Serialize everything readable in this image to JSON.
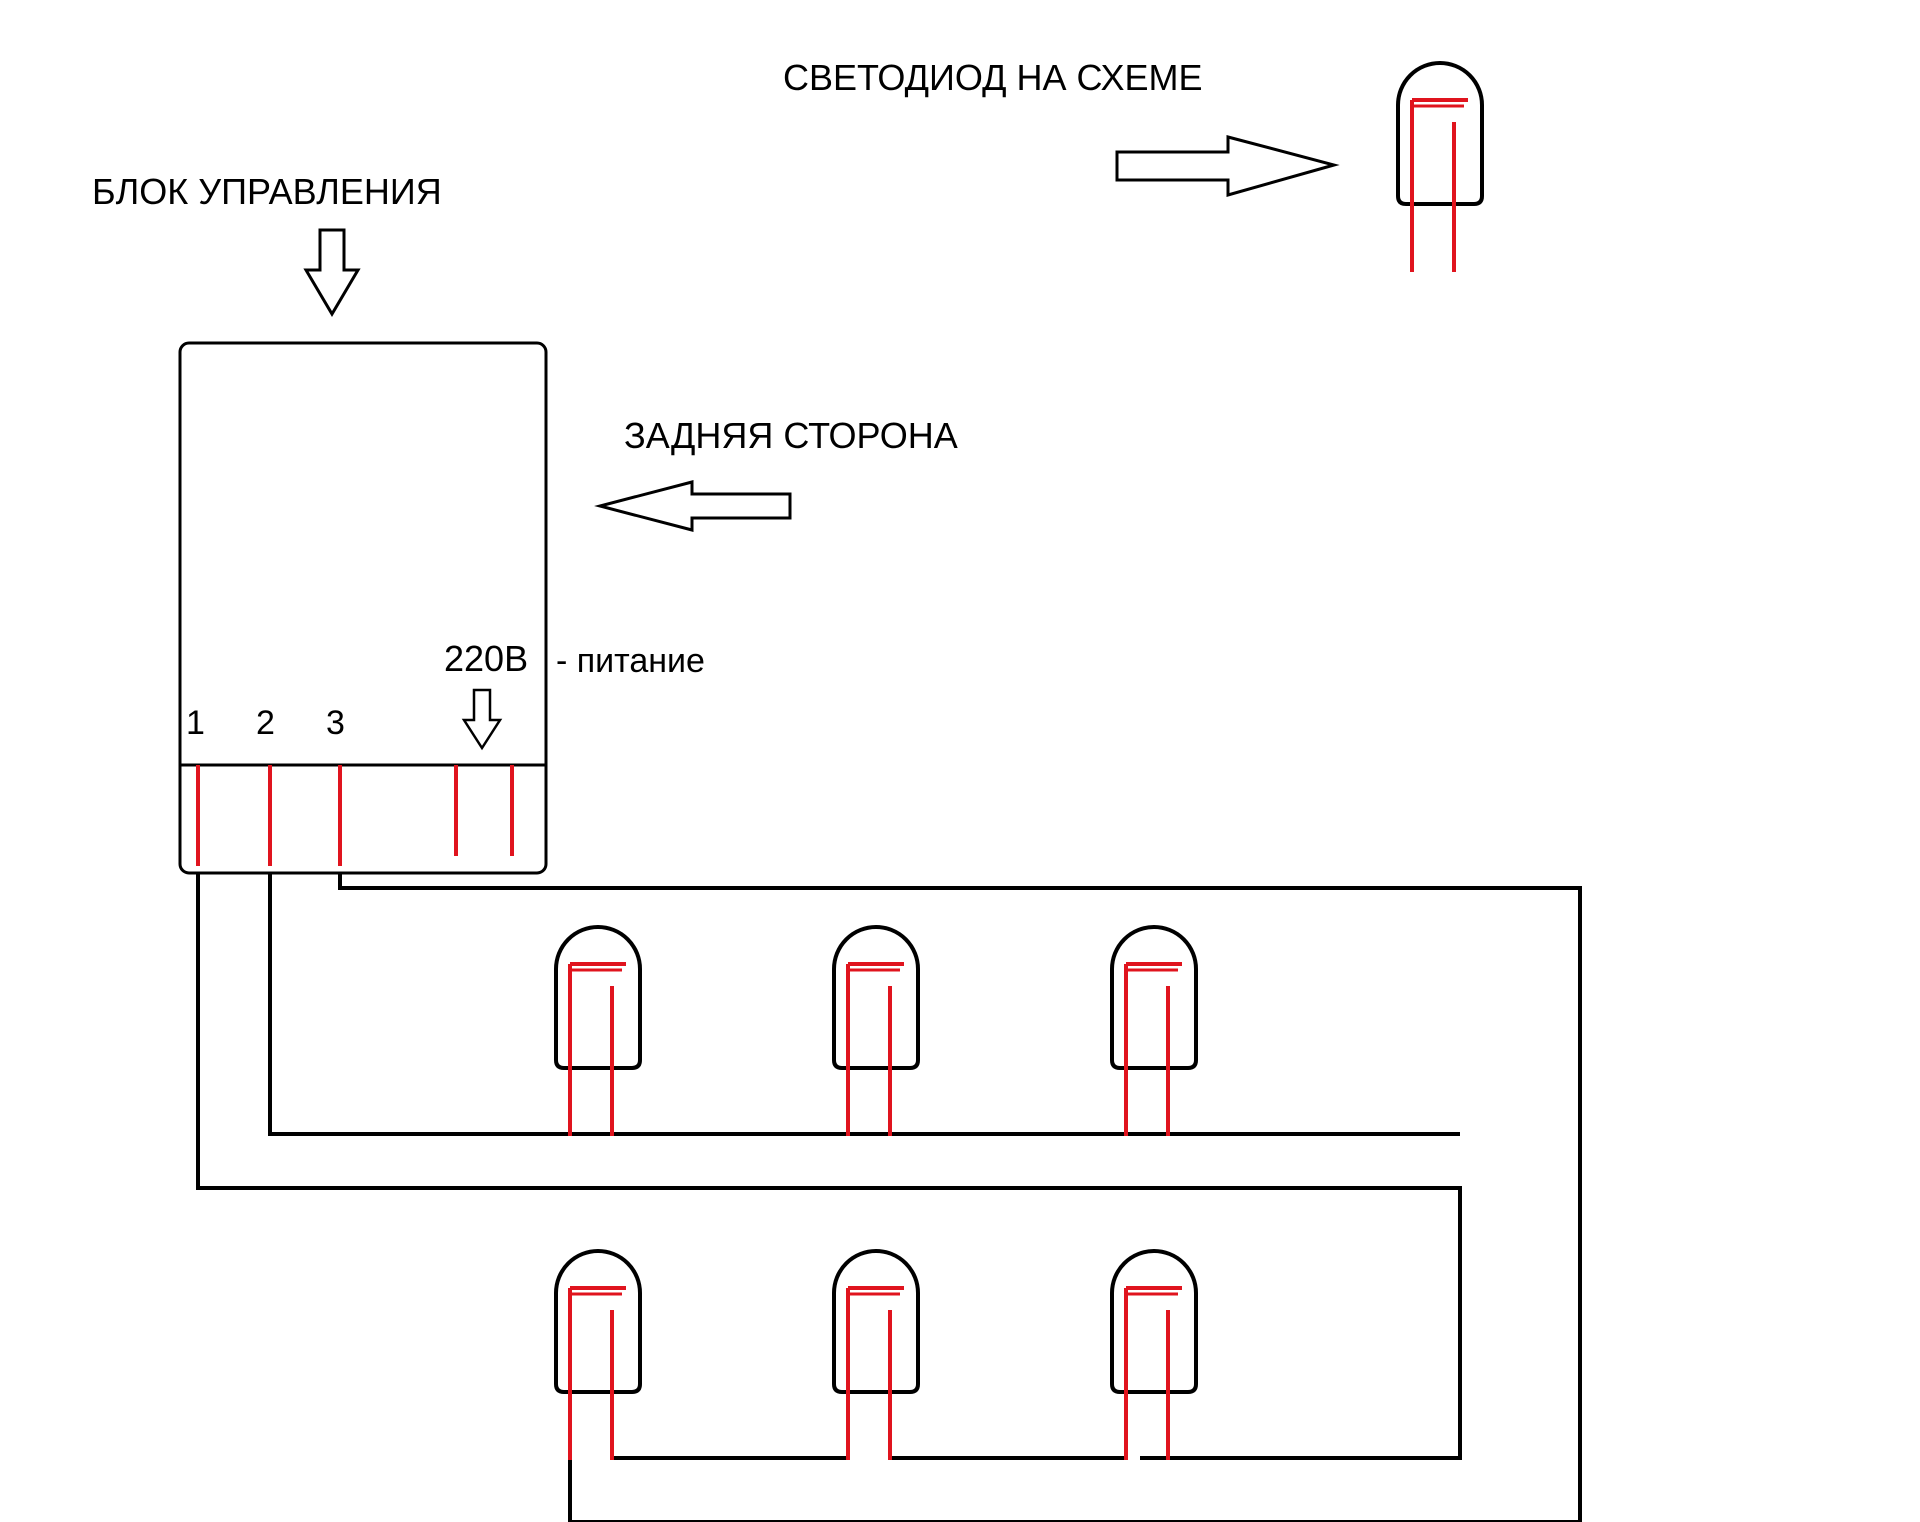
{
  "labels": {
    "led_legend": "СВЕТОДИОД НА СХЕМЕ",
    "control_unit": "БЛОК УПРАВЛЕНИЯ",
    "back_side": "ЗАДНЯЯ СТОРОНА",
    "voltage": "220В",
    "power_note": "- питание",
    "terminal_1": "1",
    "terminal_2": "2",
    "terminal_3": "3"
  },
  "colors": {
    "wire": "#000000",
    "led_lead": "#e0141e",
    "background": "#ffffff"
  }
}
